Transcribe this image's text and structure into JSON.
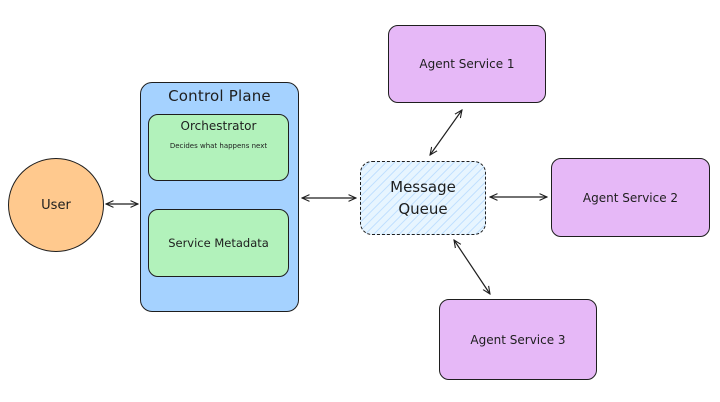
{
  "user": {
    "label": "User"
  },
  "control_plane": {
    "title": "Control Plane",
    "orchestrator": {
      "title": "Orchestrator",
      "description": "Decides what happens next"
    },
    "service_metadata": {
      "label": "Service Metadata"
    }
  },
  "message_queue": {
    "line1": "Message",
    "line2": "Queue"
  },
  "agents": [
    {
      "label": "Agent Service 1"
    },
    {
      "label": "Agent Service 2"
    },
    {
      "label": "Agent Service 3"
    }
  ],
  "colors": {
    "user_fill": "#ffc98e",
    "control_plane_fill": "#a5d2ff",
    "component_fill": "#b2f2bb",
    "queue_fill": "#e7f5ff",
    "agent_fill": "#e6b8f7",
    "stroke": "#1e1e1e"
  }
}
